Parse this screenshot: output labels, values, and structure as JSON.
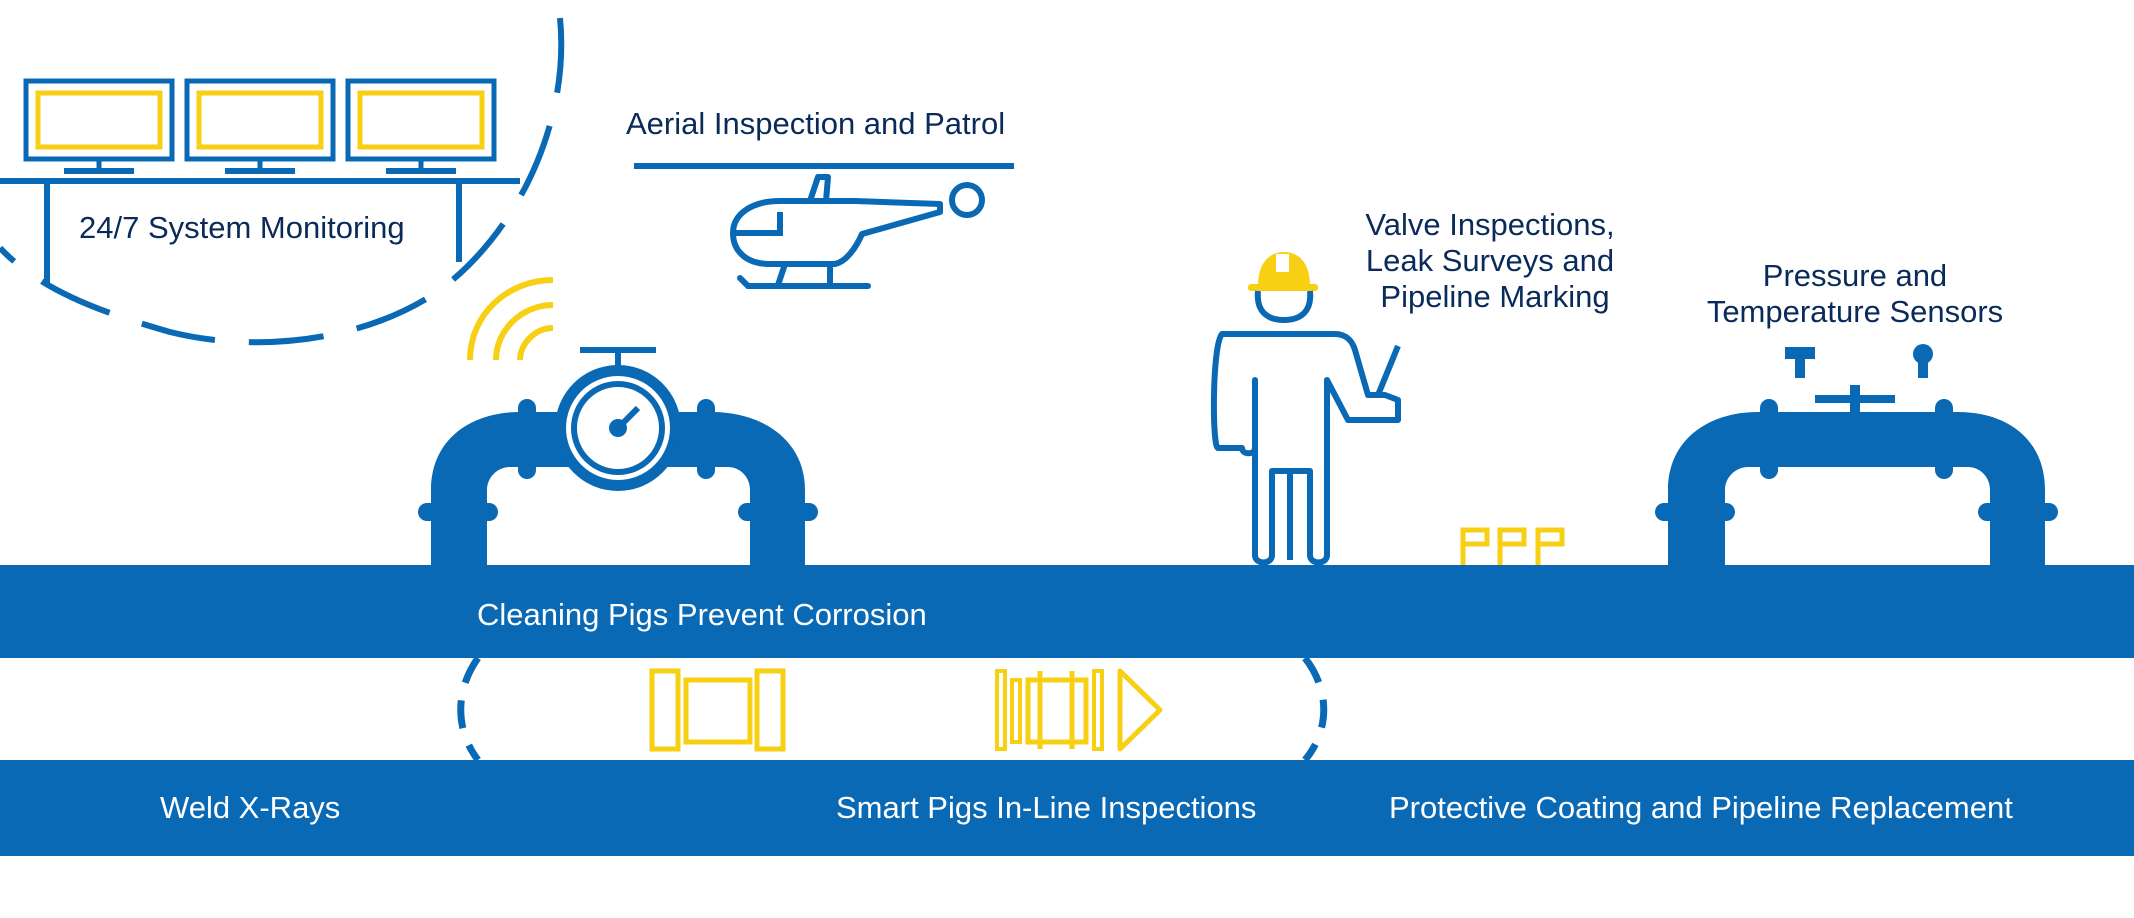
{
  "labels": {
    "monitoring": "24/7 System Monitoring",
    "aerial": "Aerial Inspection and Patrol",
    "valve_line1": "Valve Inspections,",
    "valve_line2": "Leak Surveys and",
    "valve_line3": "Pipeline Marking",
    "pressure_line1": "Pressure and",
    "pressure_line2": "Temperature Sensors",
    "cleaning": "Cleaning Pigs Prevent Corrosion",
    "weld": "Weld X-Rays",
    "smart_pigs": "Smart Pigs In-Line Inspections",
    "coating": "Protective Coating and Pipeline Replacement"
  },
  "colors": {
    "blue": "#0969b5",
    "yellow": "#f7cf13",
    "text_dark": "#0a2a5a",
    "text_light": "#ffffff",
    "background": "#ffffff"
  },
  "icons": [
    "monitor-icon",
    "helicopter-icon",
    "gauge-icon",
    "wireless-signal-icon",
    "worker-icon",
    "marker-posts-icon",
    "sensor-icon",
    "cleaning-pig-icon",
    "smart-pig-icon"
  ]
}
